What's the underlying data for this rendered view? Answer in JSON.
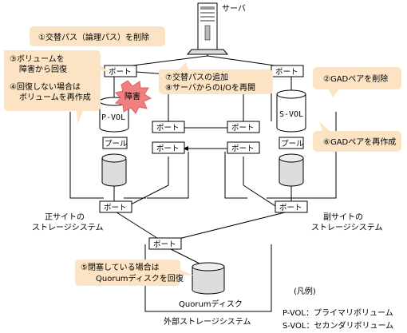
{
  "server_label": "サーバ",
  "port": "ポート",
  "pool": "プール",
  "pvol": "P-VOL",
  "svol": "S-VOL",
  "failure": "障害",
  "primary_site": [
    "正サイトの",
    "ストレージシステム"
  ],
  "secondary_site": [
    "副サイトの",
    "ストレージシステム"
  ],
  "external_storage": "外部ストレージシステム",
  "quorum_disk": "Quorumディスク",
  "steps": {
    "s1": [
      "①交替パス（論理パス）を削除"
    ],
    "s2": [
      "②GADペアを削除"
    ],
    "s3": [
      "③ボリュームを",
      "障害から回復"
    ],
    "s4": [
      "④回復しない場合は",
      "ボリュームを再作成"
    ],
    "s5": [
      "⑤閉塞している場合は",
      "Quorumディスクを回復"
    ],
    "s6": [
      "⑥GADペアを再作成"
    ],
    "s78": [
      "⑦交替パスの追加",
      "⑧サーバからのI/Oを再開"
    ]
  },
  "legend": {
    "title": "(凡例)",
    "pvol": "P-VOL：プライマリボリューム",
    "svol": "S-VOL：セカンダリボリューム"
  },
  "colors": {
    "callout": "#fce3c4",
    "failure_burst": "#f08080"
  }
}
